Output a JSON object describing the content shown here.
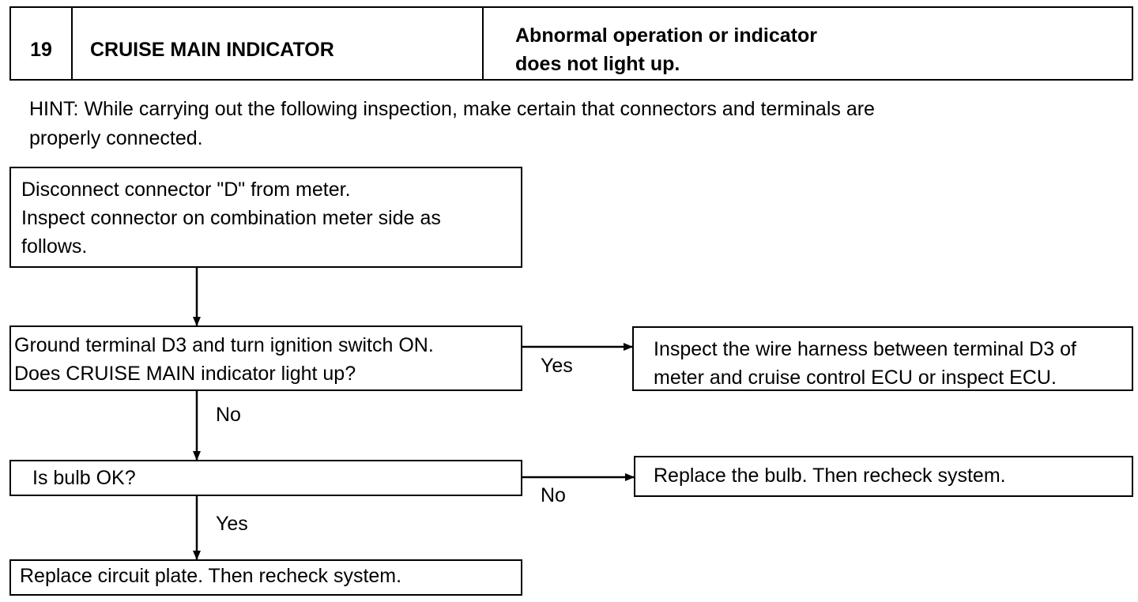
{
  "header": {
    "number": "19",
    "title": "CRUISE MAIN INDICATOR",
    "symptom_line1": "Abnormal operation or indicator",
    "symptom_line2": "does not light up."
  },
  "hint": {
    "line1": "HINT: While carrying out the following inspection, make certain that connectors and terminals are",
    "line2": "properly connected."
  },
  "flow": {
    "step1": {
      "line1": "Disconnect connector \"D\" from meter.",
      "line2": "Inspect connector on combination meter side as",
      "line3": "follows."
    },
    "step2": {
      "line1": "Ground terminal D3 and turn ignition switch ON.",
      "line2": "Does CRUISE MAIN indicator light up?"
    },
    "result2_yes": {
      "line1": "Inspect the wire harness between terminal D3 of",
      "line2": "meter and cruise control ECU or inspect ECU."
    },
    "step3": {
      "text": "Is bulb OK?"
    },
    "result3_no": {
      "text": "Replace the bulb. Then recheck system."
    },
    "result_final": {
      "text": "Replace circuit plate. Then recheck system."
    },
    "labels": {
      "yes1": "Yes",
      "no1": "No",
      "no2": "No",
      "yes2": "Yes"
    }
  }
}
